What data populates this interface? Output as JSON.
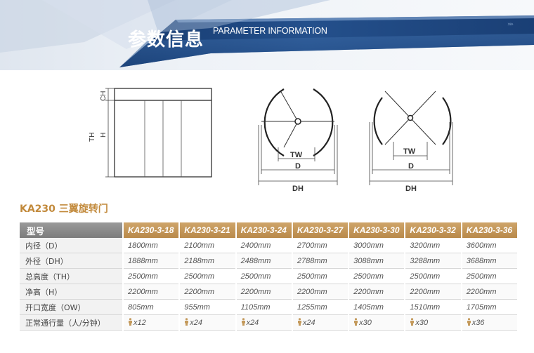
{
  "header": {
    "title": "参数信息",
    "subtitle": "PARAMETER INFORMATION",
    "arrows": "»»"
  },
  "diagram_labels": {
    "ch": "CH",
    "h": "H",
    "th": "TH",
    "tw": "TW",
    "d": "D",
    "dh": "DH"
  },
  "product_title": "KA230 三翼旋转门",
  "table": {
    "header_label": "型号",
    "models": [
      "KA230-3-18",
      "KA230-3-21",
      "KA230-3-24",
      "KA230-3-27",
      "KA230-3-30",
      "KA230-3-32",
      "KA230-3-36"
    ],
    "rows": [
      {
        "label": "内径（D）",
        "values": [
          "1800mm",
          "2100mm",
          "2400mm",
          "2700mm",
          "3000mm",
          "3200mm",
          "3600mm"
        ]
      },
      {
        "label": "外径（DH）",
        "values": [
          "1888mm",
          "2188mm",
          "2488mm",
          "2788mm",
          "3088mm",
          "3288mm",
          "3688mm"
        ]
      },
      {
        "label": "总高度（TH）",
        "values": [
          "2500mm",
          "2500mm",
          "2500mm",
          "2500mm",
          "2500mm",
          "2500mm",
          "2500mm"
        ]
      },
      {
        "label": "净高（H）",
        "values": [
          "2200mm",
          "2200mm",
          "2200mm",
          "2200mm",
          "2200mm",
          "2200mm",
          "2200mm"
        ]
      },
      {
        "label": "开口宽度（OW）",
        "values": [
          "805mm",
          "955mm",
          "1105mm",
          "1255mm",
          "1405mm",
          "1510mm",
          "1705mm"
        ]
      },
      {
        "label": "正常通行量（人/分钟）",
        "values": [
          "x12",
          "x24",
          "x24",
          "x24",
          "x30",
          "x30",
          "x36"
        ]
      }
    ]
  },
  "colors": {
    "banner_dark": "#1d3f74",
    "banner_mid": "#2e5d9a",
    "gold": "#c28a3c",
    "table_header_gold": "#c49a5c",
    "table_header_gray": "#8a8a8a"
  }
}
